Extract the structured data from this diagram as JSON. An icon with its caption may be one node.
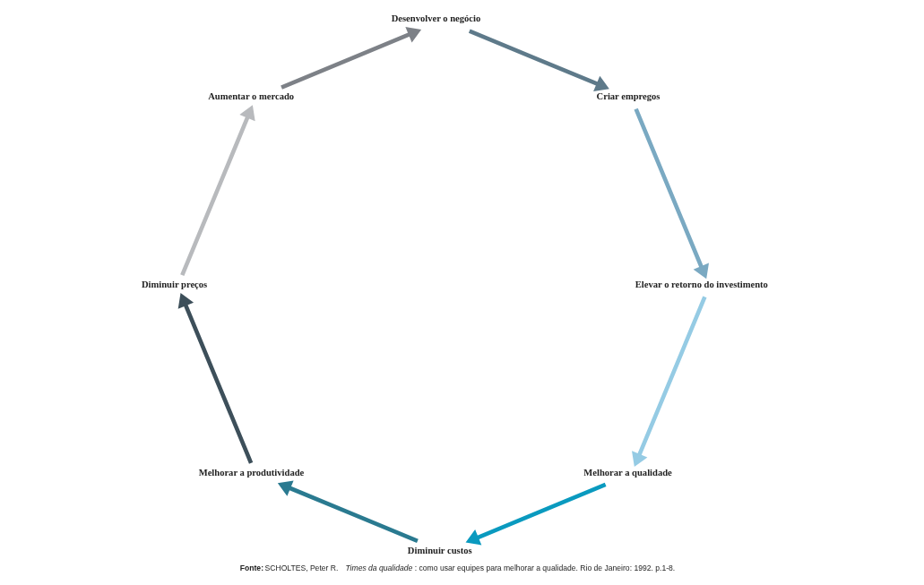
{
  "diagram": {
    "caption": "**Fonte:** SCHOLTES, Peter R. *Times da qualidade*: como usar equipes para melhorar a qualidade. Rio de Janeiro: 1992. p.1-8.",
    "nodes": [
      {
        "text": [
          "Melhorar a qualidade"
        ]
      },
      {
        "text": [
          "Diminuir custos"
        ]
      },
      {
        "text": [
          "Melhorar a produtividade"
        ]
      },
      {
        "text": [
          "Diminuir preços"
        ]
      },
      {
        "text": [
          "Aumentar o mercado"
        ]
      },
      {
        "text": [
          "Desenvolver o negócio"
        ]
      },
      {
        "text": [
          "Criar empregos"
        ]
      },
      {
        "text": [
          "Elevar o retorno do investimento"
        ]
      }
    ],
    "edges": [
      {
        "from": 0,
        "to": 1,
        "arrow": "to",
        "color": "#0a9abf"
      },
      {
        "from": 1,
        "to": 2,
        "arrow": "to",
        "color": "#2a7a90"
      },
      {
        "from": 2,
        "to": 3,
        "arrow": "to",
        "color": "#3d4f5a"
      },
      {
        "from": 3,
        "to": 4,
        "arrow": "to",
        "color": "#b8babd"
      },
      {
        "from": 4,
        "to": 5,
        "arrow": "to",
        "color": "#7d8187"
      },
      {
        "from": 5,
        "to": 6,
        "arrow": "to",
        "color": "#5e7a8a"
      },
      {
        "from": 6,
        "to": 7,
        "arrow": "to",
        "color": "#7aa9c2"
      },
      {
        "from": 7,
        "to": 0,
        "arrow": "to",
        "color": "#95cbe4"
      }
    ]
  }
}
